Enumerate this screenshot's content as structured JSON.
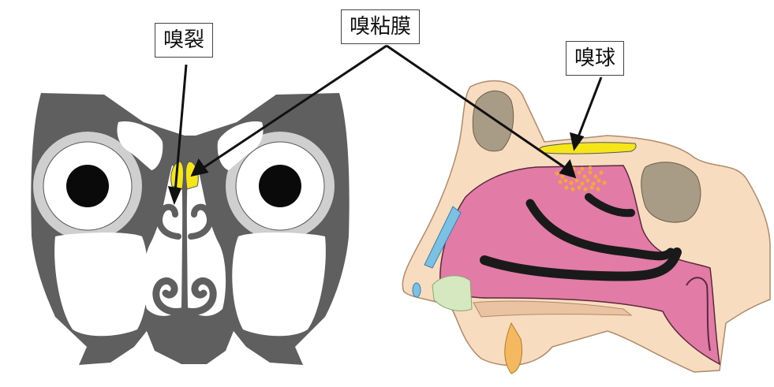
{
  "labels": {
    "olfactory_fissure": "嗅裂",
    "olfactory_mucosa": "嗅粘膜",
    "olfactory_bulb": "嗅球"
  },
  "colors": {
    "bone": "#5f5f5f",
    "orbit_gray": "#cfcfcf",
    "highlight_yellow": "#f5e61a",
    "skin": "#f7dcc0",
    "skin_dark": "#e9c3a2",
    "cavity_pink": "#e27ba6",
    "turbinate_black": "#1a1a1a",
    "sinus_brown": "#a89c86",
    "mucosa_orange": "#f3a640",
    "cartilage_blue": "#7cc1e3",
    "cartilage_green": "#d6e8c0"
  }
}
